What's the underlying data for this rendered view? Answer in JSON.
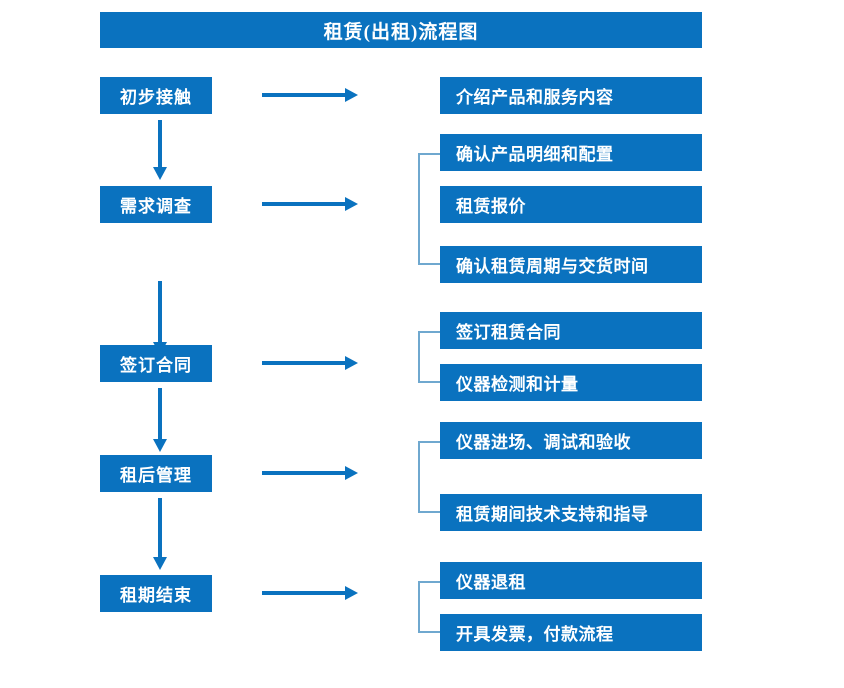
{
  "diagram": {
    "title": "租赁(出租)流程图",
    "accent_color": "#0a72bf",
    "bracket_color": "#6fa8cf",
    "text_color": "#ffffff",
    "background_color": "#ffffff",
    "stages": [
      {
        "label": "初步接触",
        "details": [
          "介绍产品和服务内容"
        ]
      },
      {
        "label": "需求调查",
        "details": [
          "确认产品明细和配置",
          "租赁报价",
          "确认租赁周期与交货时间"
        ]
      },
      {
        "label": "签订合同",
        "details": [
          "签订租赁合同",
          "仪器检测和计量"
        ]
      },
      {
        "label": "租后管理",
        "details": [
          "仪器进场、调试和验收",
          "租赁期间技术支持和指导"
        ]
      },
      {
        "label": "租期结束",
        "details": [
          "仪器退租",
          "开具发票，付款流程"
        ]
      }
    ]
  }
}
